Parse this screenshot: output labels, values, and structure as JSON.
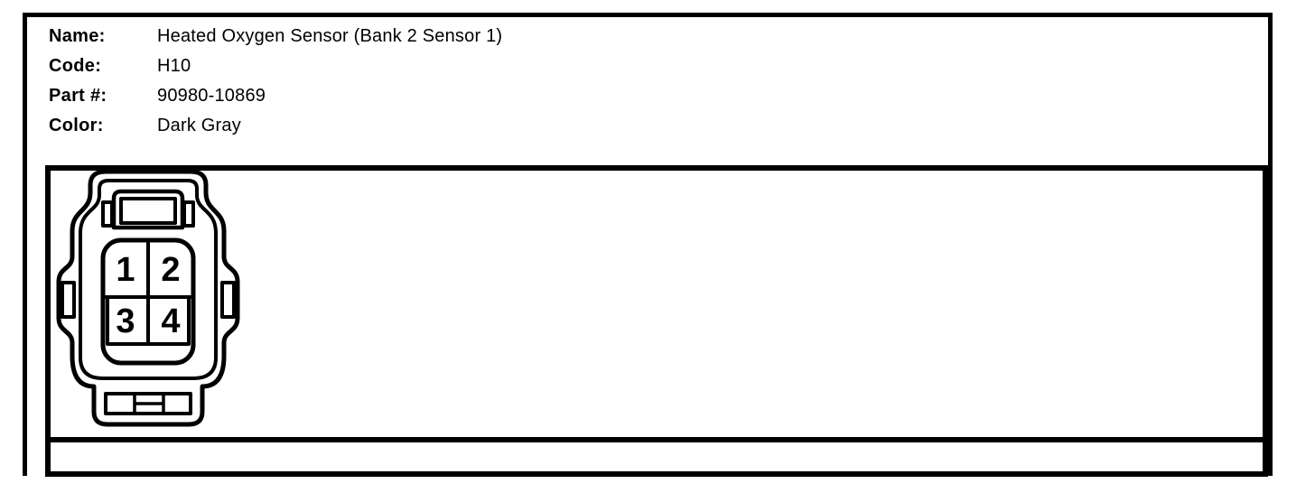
{
  "header": {
    "fields": [
      {
        "label": "Name:",
        "value": "Heated Oxygen Sensor (Bank 2 Sensor 1)"
      },
      {
        "label": "Code:",
        "value": "H10"
      },
      {
        "label": "Part #:",
        "value": "90980-10869"
      },
      {
        "label": "Color:",
        "value": "Dark Gray"
      }
    ]
  },
  "connector": {
    "pins": [
      "1",
      "2",
      "3",
      "4"
    ]
  },
  "colors": {
    "ink": "#000000",
    "paper": "#ffffff"
  }
}
